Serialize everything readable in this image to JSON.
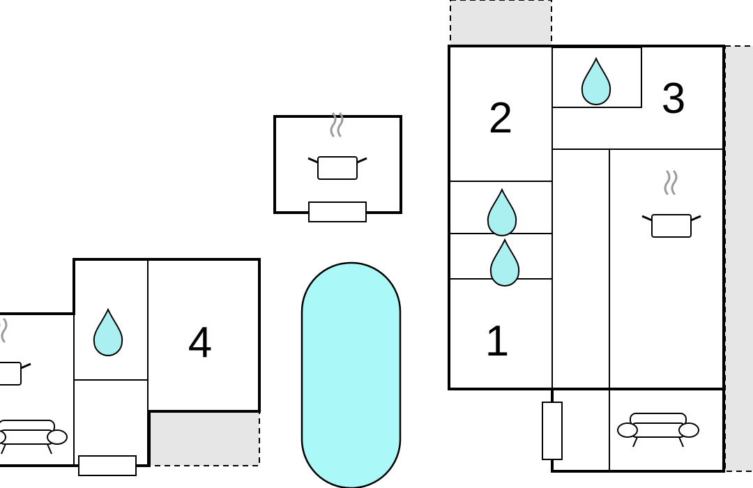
{
  "room_numbers": {
    "room_1": "1",
    "room_2": "2",
    "room_3": "3",
    "room_4": "4"
  },
  "colors": {
    "water": "#aaf0f0",
    "pool": "#aaf8f8",
    "terrace": "#e6e6e6",
    "wall": "#000000"
  },
  "icons": [
    "bathroom-drop-icon",
    "kitchen-pot-icon",
    "sofa-icon",
    "window-icon",
    "pool-icon"
  ]
}
